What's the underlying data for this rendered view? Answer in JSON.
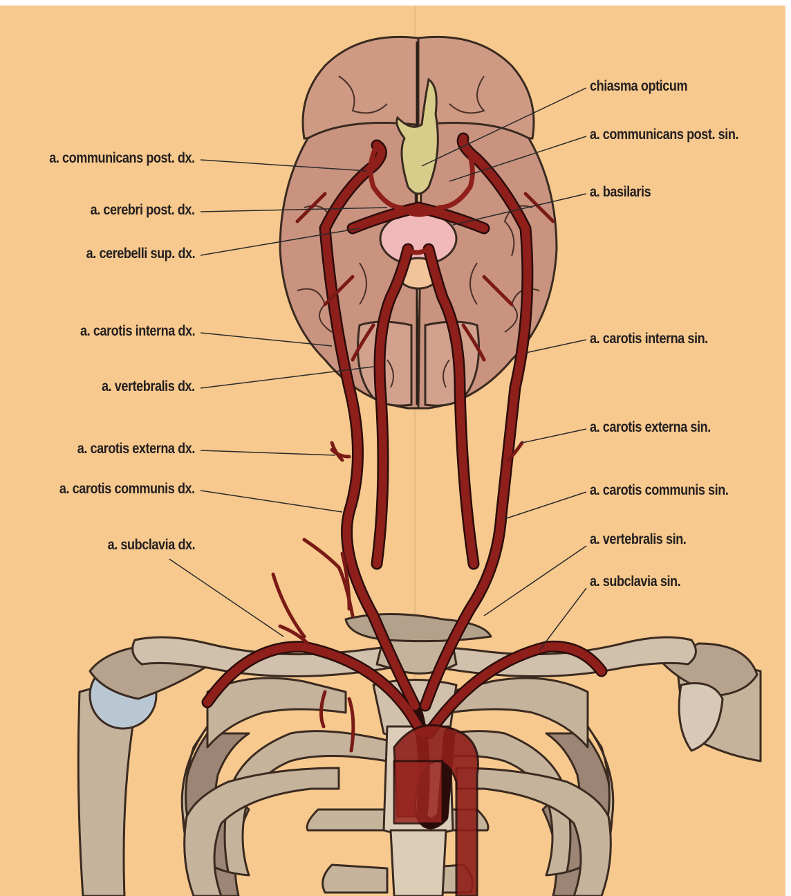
{
  "labels": {
    "chiasma_opticum": "chiasma opticum",
    "communicans_post_sin": "a. communicans post. sin.",
    "basilaris": "a. basilaris",
    "communicans_post_dx": "a. communicans post. dx.",
    "cerebri_post_dx": "a. cerebri post. dx.",
    "cerebelli_sup_dx": "a. cerebelli sup. dx.",
    "carotis_interna_dx": "a. carotis interna dx.",
    "carotis_interna_sin": "a. carotis interna sin.",
    "vertebralis_dx": "a. vertebralis dx.",
    "carotis_externa_dx": "a. carotis externa dx.",
    "carotis_externa_sin": "a. carotis externa sin.",
    "carotis_communis_dx": "a. carotis communis dx.",
    "carotis_communis_sin": "a. carotis communis sin.",
    "subclavia_dx": "a. subclavia dx.",
    "vertebralis_sin": "a. vertebralis sin.",
    "subclavia_sin": "a. subclavia sin."
  },
  "colors": {
    "background": "#f7c98e",
    "artery": "#8e1f1a",
    "brain": "#cf9a84",
    "bone": "#c6b39c",
    "chiasma": "#d8cc8a"
  },
  "icons": [
    "brain-illustration",
    "artery-illustration",
    "skeleton-illustration"
  ]
}
